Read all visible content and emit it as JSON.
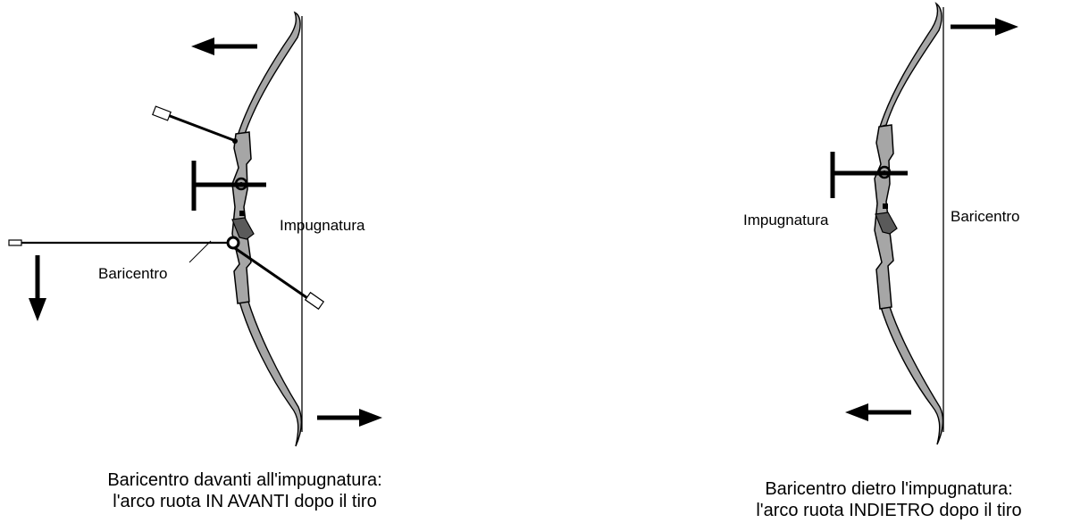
{
  "left_diagram": {
    "label_impugnatura": "Impugnatura",
    "label_baricentro": "Baricentro",
    "caption_line1": "Baricentro davanti all'impugnatura:",
    "caption_line2": "l'arco ruota IN AVANTI dopo il tiro"
  },
  "right_diagram": {
    "label_impugnatura": "Impugnatura",
    "label_baricentro": "Baricentro",
    "caption_line1": "Baricentro dietro l'impugnatura:",
    "caption_line2": "l'arco ruota INDIETRO dopo il tiro"
  },
  "colors": {
    "ink": "#000000",
    "bow_fill": "#a6a6a6",
    "background": "#ffffff"
  }
}
